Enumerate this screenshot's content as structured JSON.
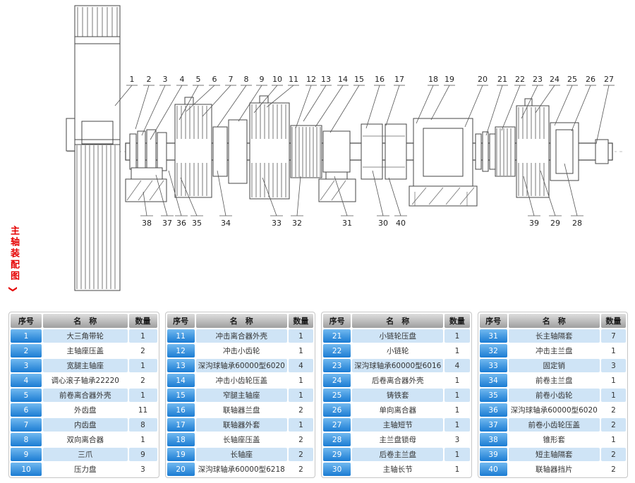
{
  "side_label": "主轴装配图",
  "side_marker": "❯",
  "colors": {
    "accent_blue": "#1b7cd3",
    "row_light_blue": "#cfe4f6",
    "header_gray": "#b9b9b9",
    "label_red": "#e50000",
    "line_dark": "#444444"
  },
  "callouts": {
    "top": [
      "1",
      "2",
      "3",
      "4",
      "5",
      "6",
      "7",
      "8",
      "9",
      "10",
      "11",
      "12",
      "13",
      "14",
      "15",
      "16",
      "17",
      "18",
      "19",
      "20",
      "21",
      "22",
      "23",
      "24",
      "25",
      "26",
      "27"
    ],
    "bottom": [
      "38",
      "37",
      "36",
      "35",
      "34",
      "33",
      "32",
      "31",
      "30",
      "40",
      "39",
      "29",
      "28"
    ]
  },
  "tables": [
    {
      "headers": [
        "序号",
        "名　称",
        "数量"
      ],
      "rows": [
        [
          "1",
          "大三角带轮",
          "1"
        ],
        [
          "2",
          "主轴座压盖",
          "2"
        ],
        [
          "3",
          "宽腿主轴座",
          "1"
        ],
        [
          "4",
          "调心滚子轴承22220",
          "2"
        ],
        [
          "5",
          "前卷离合器外壳",
          "1"
        ],
        [
          "6",
          "外齿盘",
          "11"
        ],
        [
          "7",
          "内齿盘",
          "8"
        ],
        [
          "8",
          "双向离合器",
          "1"
        ],
        [
          "9",
          "三爪",
          "9"
        ],
        [
          "10",
          "压力盘",
          "3"
        ]
      ]
    },
    {
      "headers": [
        "序号",
        "名　称",
        "数量"
      ],
      "rows": [
        [
          "11",
          "冲击离合器外壳",
          "1"
        ],
        [
          "12",
          "冲击小齿轮",
          "1"
        ],
        [
          "13",
          "深沟球轴承60000型6020",
          "4"
        ],
        [
          "14",
          "冲击小齿轮压盖",
          "1"
        ],
        [
          "15",
          "窄腿主轴座",
          "1"
        ],
        [
          "16",
          "联轴器兰盘",
          "2"
        ],
        [
          "17",
          "联轴器外套",
          "1"
        ],
        [
          "18",
          "长轴座压盖",
          "2"
        ],
        [
          "19",
          "长轴座",
          "2"
        ],
        [
          "20",
          "深沟球轴承60000型6218",
          "2"
        ]
      ]
    },
    {
      "headers": [
        "序号",
        "名　称",
        "数量"
      ],
      "rows": [
        [
          "21",
          "小链轮压盘",
          "1"
        ],
        [
          "22",
          "小链轮",
          "1"
        ],
        [
          "23",
          "深沟球轴承60000型6016",
          "4"
        ],
        [
          "24",
          "后卷离合器外壳",
          "1"
        ],
        [
          "25",
          "铸铁套",
          "1"
        ],
        [
          "26",
          "单向离合器",
          "1"
        ],
        [
          "27",
          "主轴短节",
          "1"
        ],
        [
          "28",
          "主兰盘锁母",
          "3"
        ],
        [
          "29",
          "后卷主兰盘",
          "1"
        ],
        [
          "30",
          "主轴长节",
          "1"
        ]
      ]
    },
    {
      "headers": [
        "序号",
        "名　称",
        "数量"
      ],
      "rows": [
        [
          "31",
          "长主轴隔套",
          "7"
        ],
        [
          "32",
          "冲击主兰盘",
          "1"
        ],
        [
          "33",
          "固定销",
          "3"
        ],
        [
          "34",
          "前卷主兰盘",
          "1"
        ],
        [
          "35",
          "前卷小齿轮",
          "1"
        ],
        [
          "36",
          "深沟球轴承60000型6020",
          "2"
        ],
        [
          "37",
          "前卷小齿轮压盖",
          "2"
        ],
        [
          "38",
          "锥形套",
          "1"
        ],
        [
          "39",
          "短主轴隔套",
          "2"
        ],
        [
          "40",
          "联轴器挡片",
          "2"
        ]
      ]
    }
  ]
}
